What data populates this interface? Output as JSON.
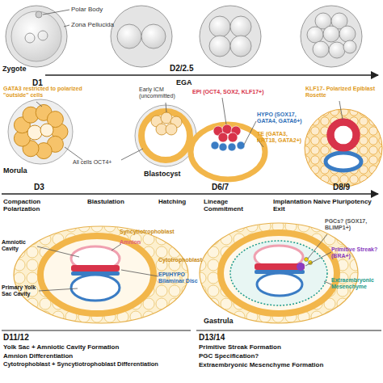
{
  "diagram": {
    "labels": [
      "Polar Body",
      "Zona Pellucida",
      "Zygote",
      "D1",
      "D2/2.5",
      "EGA",
      "GATA3 restricted to polarized \"outside\" cells",
      "Early ICM (uncommitted)",
      "All cells OCT4+",
      "Morula",
      "D3",
      "Blastocyst",
      "EPI (OCT4, SOX2, KLF17+)",
      "HYPO (SOX17, GATA4, GATA6+)",
      "TE (GATA3, KRT18, GATA2+)",
      "D6/7",
      "KLF17- Polarized Epiblast Rosette",
      "D8/9",
      "Compaction Polarization",
      "Blastulation",
      "Hatching",
      "Lineage Commitment",
      "Implantation Naive Pluripotency Exit",
      "Syncytiotrophoblast",
      "Amnion",
      "Amniotic Cavity",
      "Cytotrophoblast",
      "EPI/HYPO Bilaminar Disc",
      "Primary Yolk Sac Cavity",
      "D11/12",
      "Yolk Sac + Amniotic Cavity Formation",
      "Amnion Differentiation",
      "Cytotrophoblast + Syncytiotrophoblast Differentiation",
      "PGCs? (SOX17, BLIMP1+)",
      "Primitive Streak? (BRA+)",
      "Extraembryonic Mesenchyme",
      "Gastrula",
      "D13/14",
      "Primitive Streak Formation",
      "PGC Specification?",
      "Extraembryonic Mesenchyme Formation"
    ]
  }
}
